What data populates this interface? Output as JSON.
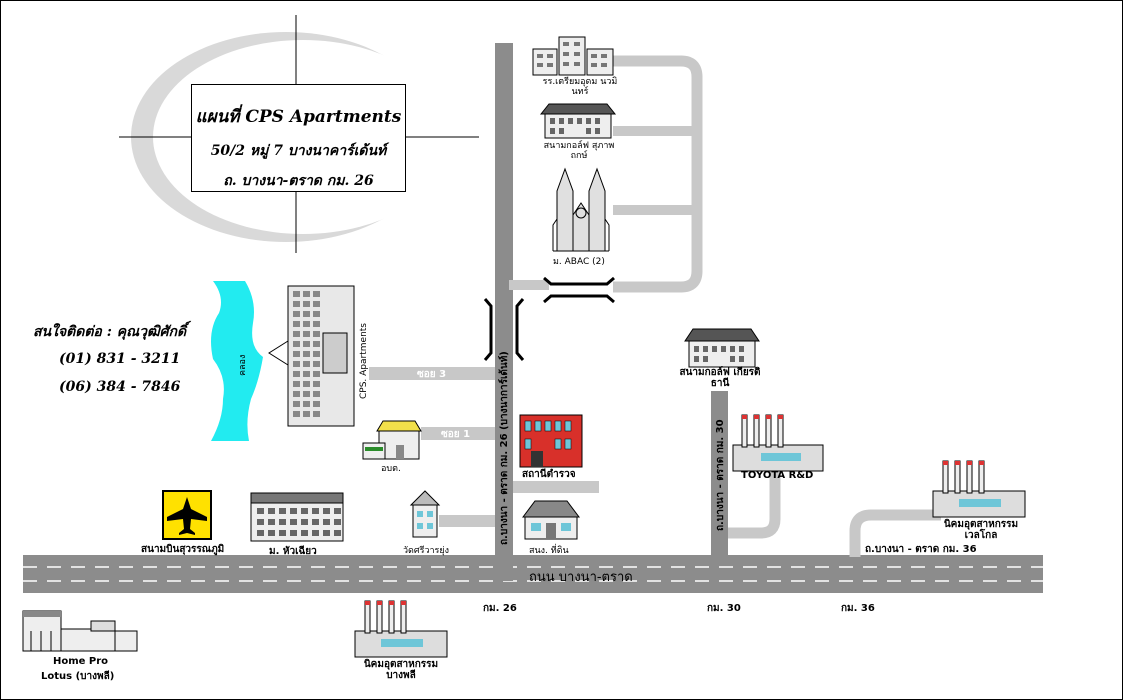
{
  "title": {
    "line1": "แผนที่ CPS Apartments",
    "line2": "50/2 หมู่ 7 บางนาคาร์เด้นท์",
    "line3": "ถ. บางนา-ตราด กม. 26"
  },
  "contact": {
    "label": "สนใจติดต่อ : คุณวุฒิศักดิ์",
    "phone1": "(01) 831 - 3211",
    "phone2": "(06) 384 - 7846"
  },
  "places": {
    "school": "รร.เตรียมอุดม นวมินทร์",
    "golf_top": "สนามกอล์ฟ สุภาพถกษ์",
    "abac": "ม. ABAC (2)",
    "cps": "CPS. Apartments",
    "canal": "คลอง",
    "obt": "อบต.",
    "police": "สถานีตำรวจ",
    "golf_right": "สนามกอล์ฟ เกียรติธานี",
    "toyota": "TOYOTA R&D",
    "airport": "สนามบินสุวรรณภูมิ",
    "village": "ม. หัวเฉียว",
    "temple": "วัดศรีวารยุ่ง",
    "office": "สนง. ที่ดิน",
    "industrial_right": "นิคมอุตสาหกรรม เวลโกล",
    "industrial_bottom": "นิคมอุตสาหกรรม บางพลี",
    "homepro": "Home Pro",
    "lotus": "Lotus (บางพลี)"
  },
  "roads": {
    "main": "ถนน บางนา-ตราด",
    "vertical_26": "ถ.บางนา - ตราด กม. 26 (บางนาการ์เด้นท์)",
    "vertical_30": "ถ.บางนา - ตราด กม. 30",
    "road_36": "ถ.บางนา - ตราด กม. 36",
    "soi3": "ซอย 3",
    "soi1": "ซอย 1",
    "km26": "กม. 26",
    "km30": "กม. 30",
    "km36": "กม. 36"
  }
}
